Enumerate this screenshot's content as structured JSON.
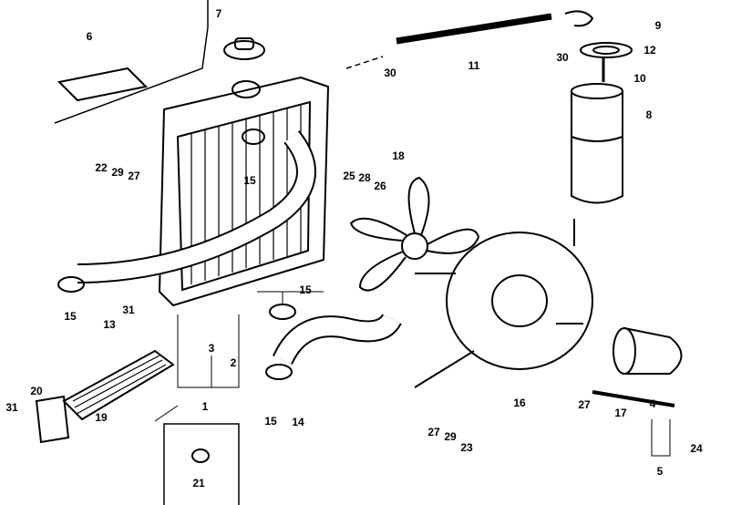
{
  "diagram": {
    "title": "Radiator / cooling system exploded parts view",
    "callouts": [
      "6",
      "7",
      "30",
      "11",
      "9",
      "30",
      "12",
      "10",
      "8",
      "22",
      "29",
      "27",
      "15",
      "18",
      "25",
      "28",
      "26",
      "13",
      "15",
      "31",
      "3",
      "2",
      "15",
      "1",
      "14",
      "15",
      "20",
      "31",
      "19",
      "21",
      "16",
      "27",
      "29",
      "23",
      "27",
      "17",
      "4",
      "24",
      "5"
    ]
  }
}
